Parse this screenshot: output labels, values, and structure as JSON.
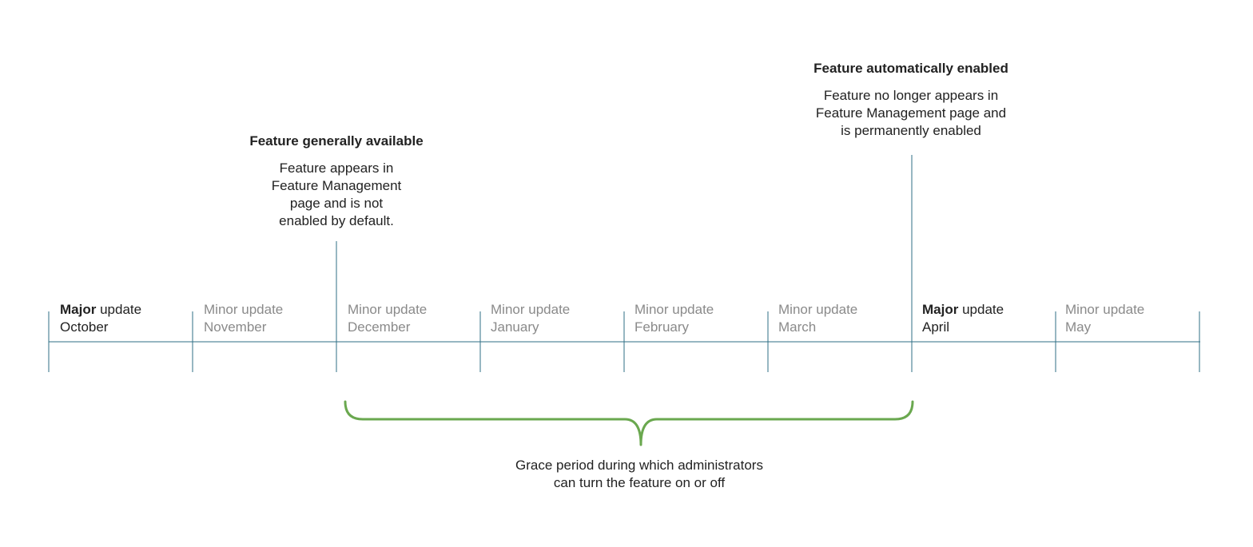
{
  "timeline": {
    "segments": [
      {
        "kind": "Major",
        "word": "update",
        "month": "October",
        "major": true
      },
      {
        "kind": "Minor",
        "word": "update",
        "month": "November",
        "major": false
      },
      {
        "kind": "Minor",
        "word": "update",
        "month": "December",
        "major": false
      },
      {
        "kind": "Minor",
        "word": "update",
        "month": "January",
        "major": false
      },
      {
        "kind": "Minor",
        "word": "update",
        "month": "February",
        "major": false
      },
      {
        "kind": "Minor",
        "word": "update",
        "month": "March",
        "major": false
      },
      {
        "kind": "Major",
        "word": "update",
        "month": "April",
        "major": true
      },
      {
        "kind": "Minor",
        "word": "update",
        "month": "May",
        "major": false
      }
    ]
  },
  "callouts": {
    "available": {
      "title": "Feature generally available",
      "lines": [
        "Feature appears in",
        "Feature Management",
        "page and is not",
        "enabled by default."
      ]
    },
    "enabled": {
      "title": "Feature automatically enabled",
      "lines": [
        "Feature no longer appears in",
        "Feature Management page and",
        "is permanently enabled"
      ]
    }
  },
  "grace": {
    "lines": [
      "Grace period during which administrators",
      "can turn the feature on or off"
    ]
  },
  "colors": {
    "timeline": "#2f6f86",
    "brace": "#6aa84f",
    "minor_text": "#8a8a8a",
    "major_text": "#222222"
  }
}
